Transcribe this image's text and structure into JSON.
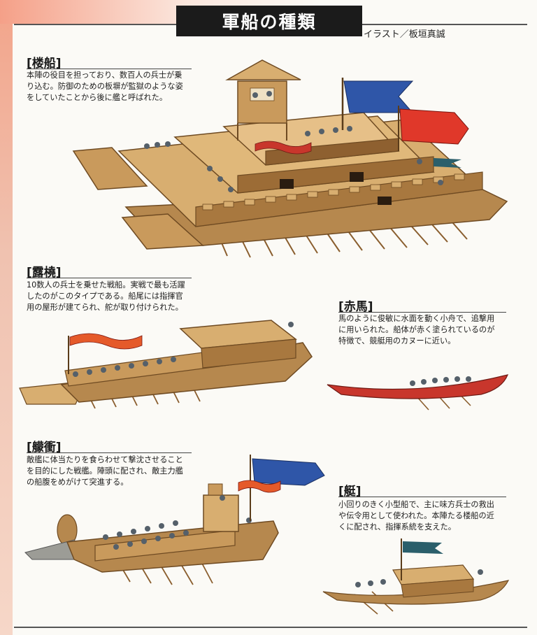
{
  "header": {
    "title": "軍船の種類",
    "credit": "イラスト／板垣真誠"
  },
  "sections": [
    {
      "title": "[楼船]",
      "text": "本陣の役目を担っており、数百人の兵士が乗\nり込む。防御のための板塀が監獄のような姿\nをしていたことから後に艦と呼ばれた。"
    },
    {
      "title": "[露橈]",
      "text": "10数人の兵士を乗せた戦船。実戦で最も活躍\nしたのがこのタイプである。船尾には指揮官\n用の屋形が建てられ、舵が取り付けられた。"
    },
    {
      "title": "[赤馬]",
      "text": "馬のように俊敏に水面を動く小舟で、追撃用\nに用いられた。船体が赤く塗られているのが\n特徴で、競艇用のカヌーに近い。"
    },
    {
      "title": "[艨衝]",
      "text": "敵艦に体当たりを食らわせて撃沈させること\nを目的にした戦艦。陣頭に配され、敵主力艦\nの船腹をめがけて突進する。"
    },
    {
      "title": "[艇]",
      "text": "小回りのきく小型船で、主に味方兵士の救出\nや伝令用として使われた。本陣たる楼船の近\nくに配され、指揮系統を支えた。"
    }
  ],
  "colors": {
    "wood": "#c99a5c",
    "wood_dark": "#8a5e2e",
    "red_hull": "#c8362c",
    "flag_blue": "#2f56a8",
    "flag_red": "#e0382a"
  }
}
